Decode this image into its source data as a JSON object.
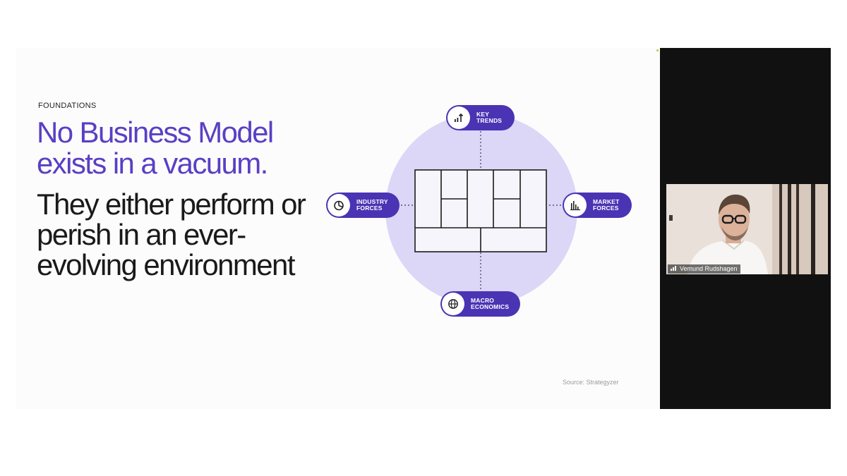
{
  "slide": {
    "eyebrow": "FOUNDATIONS",
    "headline": "No Business Model exists in a vacuum.",
    "subline": "They either perform or perish in an ever-evolving environment",
    "source": "Source: Strategyzer",
    "colors": {
      "accent": "#4a34b4",
      "headline": "#5a3fc4",
      "circle": "#dcd6f7"
    }
  },
  "diagram": {
    "forces": {
      "top": {
        "line1": "KEY",
        "line2": "TRENDS",
        "icon": "trend-arrow-icon"
      },
      "left": {
        "line1": "INDUSTRY",
        "line2": "FORCES",
        "icon": "pie-chart-icon"
      },
      "right": {
        "line1": "MARKET",
        "line2": "FORCES",
        "icon": "bar-chart-icon"
      },
      "bottom": {
        "line1": "MACRO",
        "line2": "ECONOMICS",
        "icon": "globe-icon"
      }
    }
  },
  "video": {
    "participant_name": "Vemund Rudshagen",
    "icon": "signal-bars-icon"
  }
}
